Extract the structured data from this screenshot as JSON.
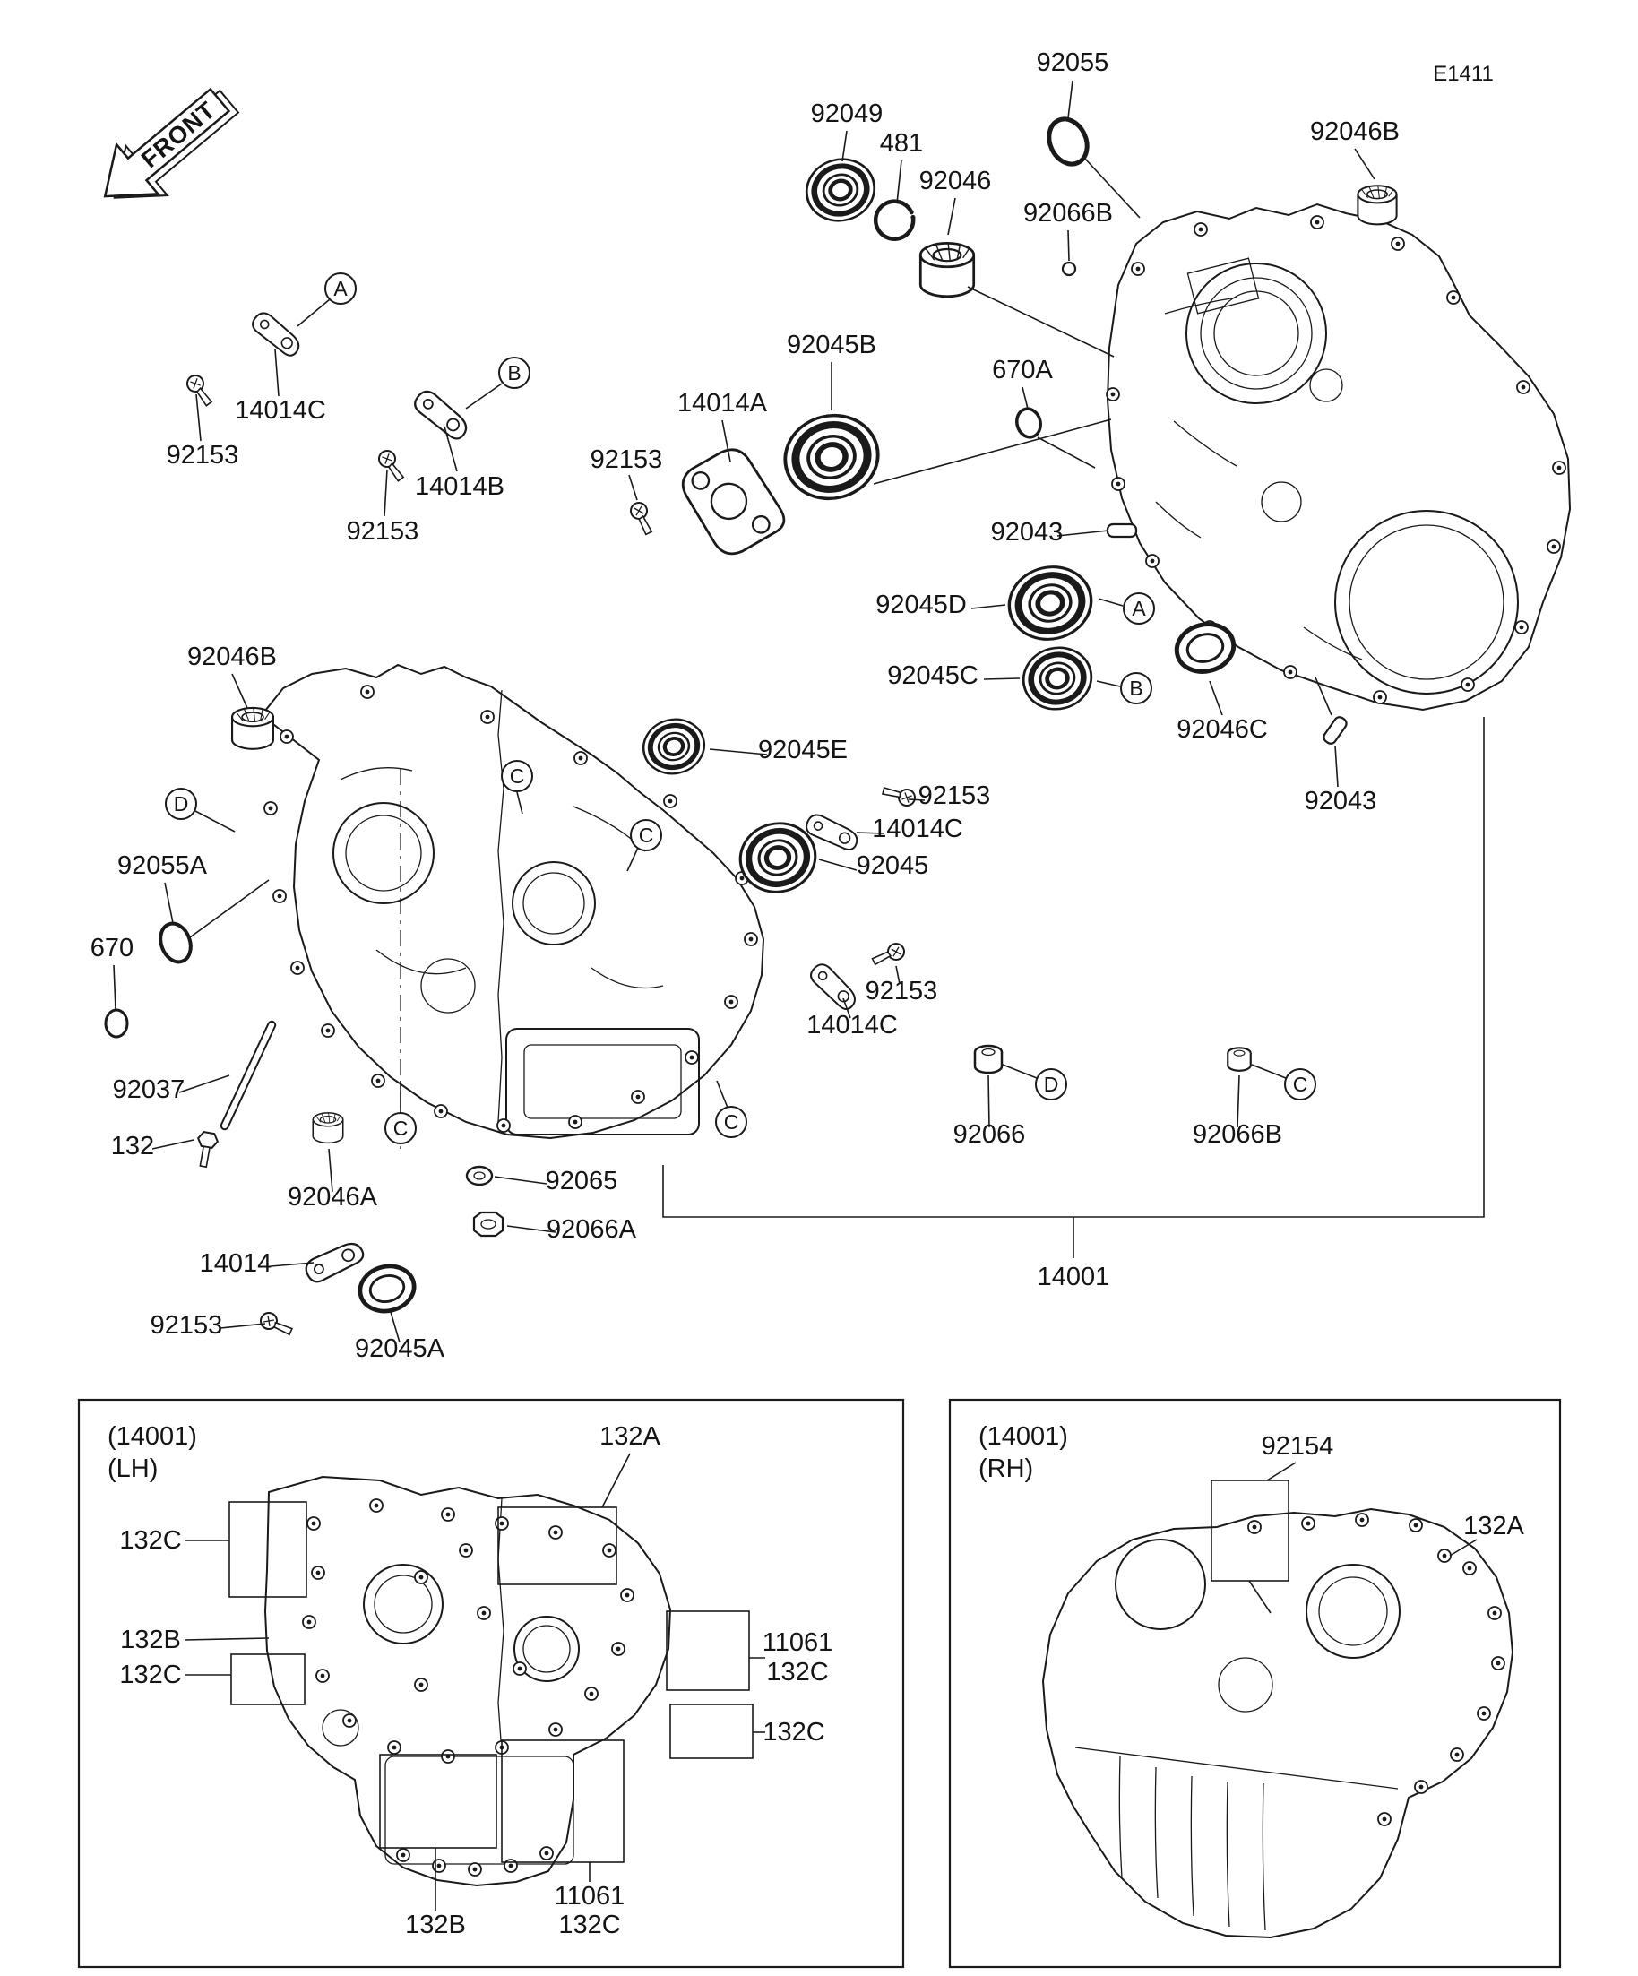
{
  "header": {
    "front_label": "FRONT",
    "diagram_code": "E1411"
  },
  "colors": {
    "ink": "#1a1a1a",
    "paper": "#ffffff"
  },
  "part_numbers": {
    "n14001": "14001",
    "n14014": "14014",
    "n14014A": "14014A",
    "n14014B": "14014B",
    "n14014C": "14014C",
    "n11061": "11061",
    "n132": "132",
    "n132A": "132A",
    "n132B": "132B",
    "n132C": "132C",
    "n481": "481",
    "n670": "670",
    "n670A": "670A",
    "n92037": "92037",
    "n92043": "92043",
    "n92045": "92045",
    "n92045A": "92045A",
    "n92045B": "92045B",
    "n92045C": "92045C",
    "n92045D": "92045D",
    "n92045E": "92045E",
    "n92046": "92046",
    "n92046A": "92046A",
    "n92046B": "92046B",
    "n92046C": "92046C",
    "n92049": "92049",
    "n92055": "92055",
    "n92055A": "92055A",
    "n92065": "92065",
    "n92066": "92066",
    "n92066A": "92066A",
    "n92066B": "92066B",
    "n92153": "92153",
    "n92154": "92154"
  },
  "callouts": {
    "A": "A",
    "B": "B",
    "C": "C",
    "D": "D"
  },
  "insets": {
    "lh": {
      "title": "(14001)",
      "subtitle": "(LH)"
    },
    "rh": {
      "title": "(14001)",
      "subtitle": "(RH)"
    }
  }
}
